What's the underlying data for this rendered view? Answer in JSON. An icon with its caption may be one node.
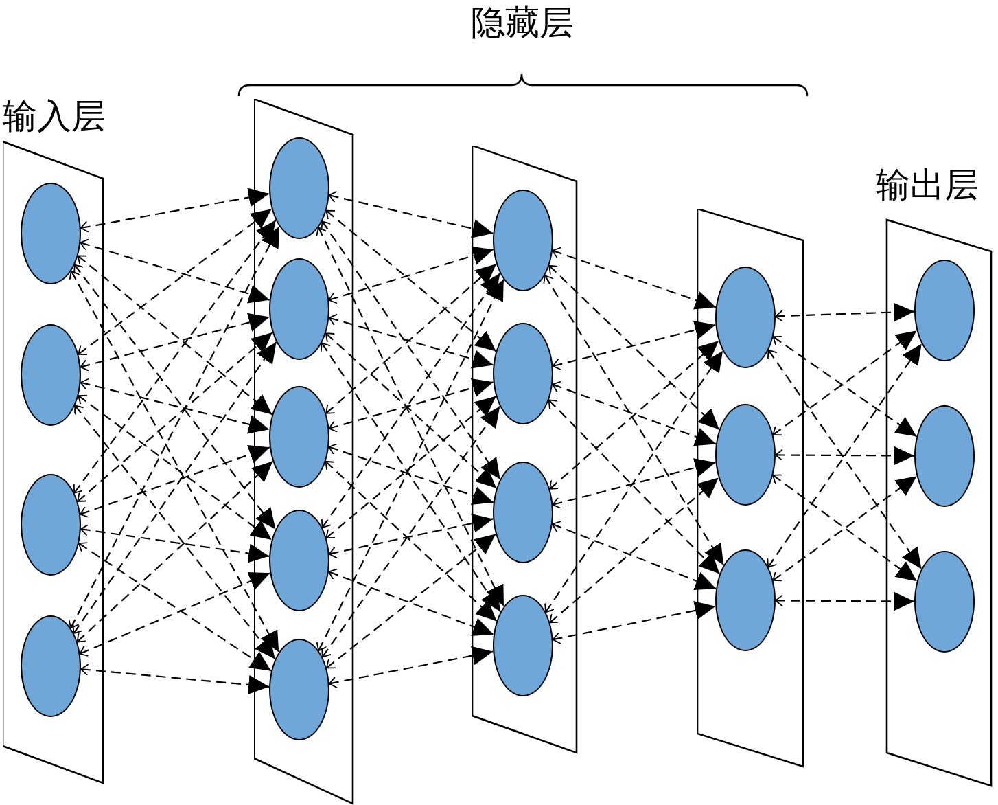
{
  "diagram": {
    "nodes": [
      {
        "text": [
          "输入层"
        ]
      },
      {
        "text": [],
        "shape": "ellipse",
        "in": 0
      },
      {
        "text": [],
        "shape": "ellipse",
        "in": 0
      },
      {
        "text": [],
        "shape": "ellipse",
        "in": 0
      },
      {
        "text": [],
        "shape": "ellipse",
        "in": 0
      },
      {
        "text": [],
        "shape": "parallelogram"
      },
      {
        "text": [],
        "shape": "ellipse",
        "in": 5
      },
      {
        "text": [],
        "shape": "ellipse",
        "in": 5
      },
      {
        "text": [],
        "shape": "ellipse",
        "in": 5
      },
      {
        "text": [],
        "shape": "ellipse",
        "in": 5
      },
      {
        "text": [],
        "shape": "ellipse",
        "in": 5
      },
      {
        "text": [],
        "shape": "parallelogram"
      },
      {
        "text": [],
        "shape": "ellipse",
        "in": 11
      },
      {
        "text": [],
        "shape": "ellipse",
        "in": 11
      },
      {
        "text": [],
        "shape": "ellipse",
        "in": 11
      },
      {
        "text": [],
        "shape": "ellipse",
        "in": 11
      },
      {
        "text": [],
        "shape": "parallelogram"
      },
      {
        "text": [],
        "shape": "ellipse",
        "in": 16
      },
      {
        "text": [],
        "shape": "ellipse",
        "in": 16
      },
      {
        "text": [],
        "shape": "ellipse",
        "in": 16
      },
      {
        "text": [
          "输出层"
        ]
      },
      {
        "text": [],
        "shape": "ellipse",
        "in": 20
      },
      {
        "text": [],
        "shape": "ellipse",
        "in": 20
      },
      {
        "text": [],
        "shape": "ellipse",
        "in": 20
      }
    ],
    "edges": [
      {
        "from": 1,
        "to": 6,
        "arrow": "both",
        "style": "dashed"
      },
      {
        "from": 1,
        "to": 7,
        "arrow": "both",
        "style": "dashed"
      },
      {
        "from": 1,
        "to": 8,
        "arrow": "both",
        "style": "dashed"
      },
      {
        "from": 1,
        "to": 9,
        "arrow": "both",
        "style": "dashed"
      },
      {
        "from": 1,
        "to": 10,
        "arrow": "both",
        "style": "dashed"
      },
      {
        "from": 2,
        "to": 6,
        "arrow": "both",
        "style": "dashed"
      },
      {
        "from": 2,
        "to": 7,
        "arrow": "both",
        "style": "dashed"
      },
      {
        "from": 2,
        "to": 8,
        "arrow": "both",
        "style": "dashed"
      },
      {
        "from": 2,
        "to": 9,
        "arrow": "both",
        "style": "dashed"
      },
      {
        "from": 2,
        "to": 10,
        "arrow": "both",
        "style": "dashed"
      },
      {
        "from": 3,
        "to": 6,
        "arrow": "both",
        "style": "dashed"
      },
      {
        "from": 3,
        "to": 7,
        "arrow": "both",
        "style": "dashed"
      },
      {
        "from": 3,
        "to": 8,
        "arrow": "both",
        "style": "dashed"
      },
      {
        "from": 3,
        "to": 9,
        "arrow": "both",
        "style": "dashed"
      },
      {
        "from": 3,
        "to": 10,
        "arrow": "both",
        "style": "dashed"
      },
      {
        "from": 4,
        "to": 6,
        "arrow": "both",
        "style": "dashed"
      },
      {
        "from": 4,
        "to": 7,
        "arrow": "both",
        "style": "dashed"
      },
      {
        "from": 4,
        "to": 8,
        "arrow": "both",
        "style": "dashed"
      },
      {
        "from": 4,
        "to": 9,
        "arrow": "both",
        "style": "dashed"
      },
      {
        "from": 4,
        "to": 10,
        "arrow": "both",
        "style": "dashed"
      },
      {
        "from": 6,
        "to": 12,
        "arrow": "both",
        "style": "dashed"
      },
      {
        "from": 6,
        "to": 13,
        "arrow": "both",
        "style": "dashed"
      },
      {
        "from": 6,
        "to": 14,
        "arrow": "both",
        "style": "dashed"
      },
      {
        "from": 6,
        "to": 15,
        "arrow": "both",
        "style": "dashed"
      },
      {
        "from": 7,
        "to": 12,
        "arrow": "both",
        "style": "dashed"
      },
      {
        "from": 7,
        "to": 13,
        "arrow": "both",
        "style": "dashed"
      },
      {
        "from": 7,
        "to": 14,
        "arrow": "both",
        "style": "dashed"
      },
      {
        "from": 7,
        "to": 15,
        "arrow": "both",
        "style": "dashed"
      },
      {
        "from": 8,
        "to": 12,
        "arrow": "both",
        "style": "dashed"
      },
      {
        "from": 8,
        "to": 13,
        "arrow": "both",
        "style": "dashed"
      },
      {
        "from": 8,
        "to": 14,
        "arrow": "both",
        "style": "dashed"
      },
      {
        "from": 8,
        "to": 15,
        "arrow": "both",
        "style": "dashed"
      },
      {
        "from": 9,
        "to": 12,
        "arrow": "both",
        "style": "dashed"
      },
      {
        "from": 9,
        "to": 13,
        "arrow": "both",
        "style": "dashed"
      },
      {
        "from": 9,
        "to": 14,
        "arrow": "both",
        "style": "dashed"
      },
      {
        "from": 9,
        "to": 15,
        "arrow": "both",
        "style": "dashed"
      },
      {
        "from": 10,
        "to": 12,
        "arrow": "both",
        "style": "dashed"
      },
      {
        "from": 10,
        "to": 13,
        "arrow": "both",
        "style": "dashed"
      },
      {
        "from": 10,
        "to": 14,
        "arrow": "both",
        "style": "dashed"
      },
      {
        "from": 10,
        "to": 15,
        "arrow": "both",
        "style": "dashed"
      },
      {
        "from": 12,
        "to": 17,
        "arrow": "both",
        "style": "dashed"
      },
      {
        "from": 12,
        "to": 18,
        "arrow": "both",
        "style": "dashed"
      },
      {
        "from": 12,
        "to": 19,
        "arrow": "both",
        "style": "dashed"
      },
      {
        "from": 13,
        "to": 17,
        "arrow": "both",
        "style": "dashed"
      },
      {
        "from": 13,
        "to": 18,
        "arrow": "both",
        "style": "dashed"
      },
      {
        "from": 13,
        "to": 19,
        "arrow": "both",
        "style": "dashed"
      },
      {
        "from": 14,
        "to": 17,
        "arrow": "both",
        "style": "dashed"
      },
      {
        "from": 14,
        "to": 18,
        "arrow": "both",
        "style": "dashed"
      },
      {
        "from": 14,
        "to": 19,
        "arrow": "both",
        "style": "dashed"
      },
      {
        "from": 15,
        "to": 17,
        "arrow": "both",
        "style": "dashed"
      },
      {
        "from": 15,
        "to": 18,
        "arrow": "both",
        "style": "dashed"
      },
      {
        "from": 15,
        "to": 19,
        "arrow": "both",
        "style": "dashed"
      },
      {
        "from": 17,
        "to": 21,
        "arrow": "both",
        "style": "dashed"
      },
      {
        "from": 17,
        "to": 22,
        "arrow": "both",
        "style": "dashed"
      },
      {
        "from": 17,
        "to": 23,
        "arrow": "both",
        "style": "dashed"
      },
      {
        "from": 18,
        "to": 21,
        "arrow": "both",
        "style": "dashed"
      },
      {
        "from": 18,
        "to": 22,
        "arrow": "both",
        "style": "dashed"
      },
      {
        "from": 18,
        "to": 23,
        "arrow": "both",
        "style": "dashed"
      },
      {
        "from": 19,
        "to": 21,
        "arrow": "both",
        "style": "dashed"
      },
      {
        "from": 19,
        "to": 22,
        "arrow": "both",
        "style": "dashed"
      },
      {
        "from": 19,
        "to": 23,
        "arrow": "both",
        "style": "dashed"
      }
    ],
    "labels": [
      "隐藏层"
    ]
  }
}
